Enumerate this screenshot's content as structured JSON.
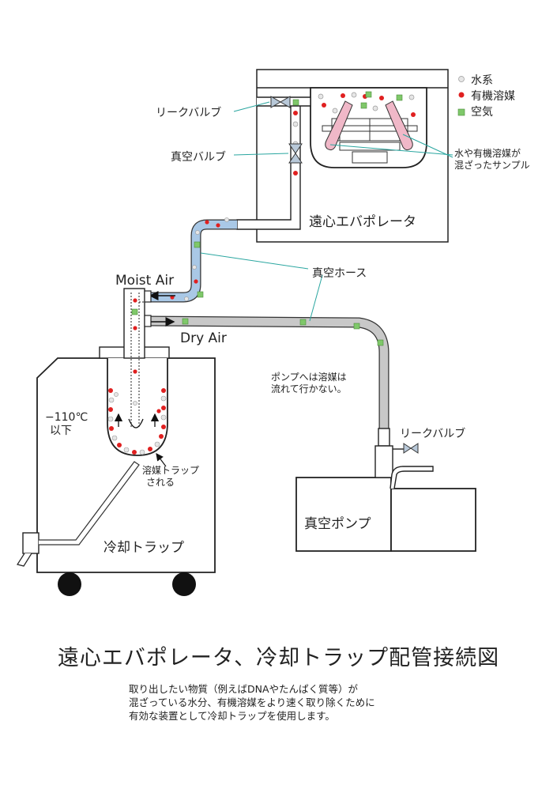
{
  "legend": {
    "water": "水系",
    "organic": "有機溶媒",
    "air": "空気"
  },
  "labels": {
    "leak_valve_top": "リークバルブ",
    "vacuum_valve": "真空バルブ",
    "mixed_sample_line1": "水や有機溶媒が",
    "mixed_sample_line2": "混ざったサンプル",
    "evaporator": "遠心エバポレータ",
    "moist_air": "Moist Air",
    "vacuum_hose": "真空ホース",
    "dry_air": "Dry Air",
    "pump_note_line1": "ポンプへは溶媒は",
    "pump_note_line2": "流れて行かない。",
    "temp_line1": "−110℃",
    "temp_line2": "以下",
    "trapped_line1": "溶媒トラップ",
    "trapped_line2": "される",
    "leak_valve_pump": "リークバルブ",
    "vacuum_pump": "真空ポンプ",
    "cold_trap": "冷却トラップ"
  },
  "title": "遠心エバポレータ、冷却トラップ配管接続図",
  "description": [
    "取り出したい物質（例えばDNAやたんぱく質等）が",
    "混ざっている水分、有機溶媒をより速く取り除くために",
    "有効な装置として冷却トラップを使用します。"
  ],
  "colors": {
    "water_dot": "#e6e6e6",
    "organic_dot": "#e02020",
    "air_square": "#7fc86a",
    "moist_hose": "#a9c8e6",
    "dry_hose": "#c8c8c8",
    "sample_tube": "#f0b8c8",
    "pointer_line": "#2aa6a0"
  }
}
